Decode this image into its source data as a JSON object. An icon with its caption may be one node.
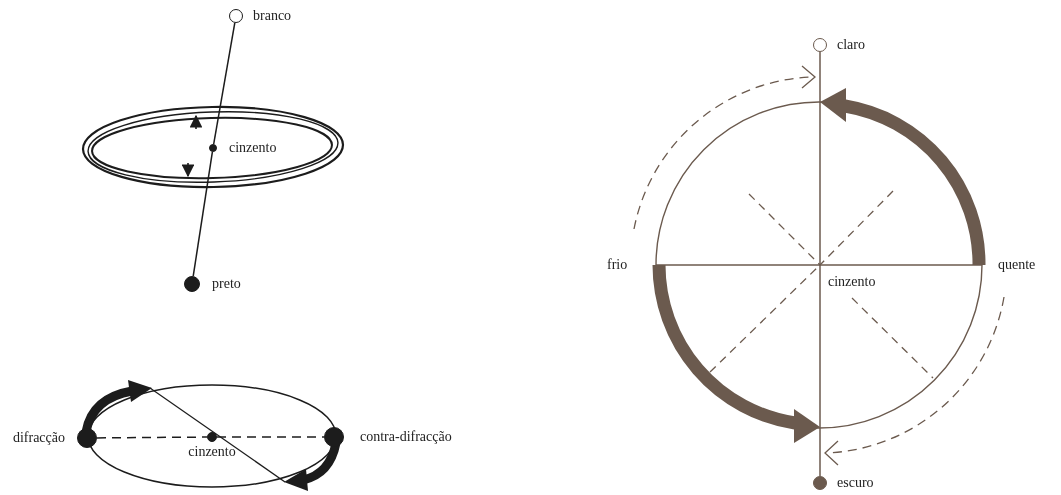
{
  "diagram": {
    "nodes": [
      {
        "text": [],
        "shape": "circle",
        "beside": [
          "branco"
        ]
      },
      {
        "text": [],
        "shape": "circle",
        "beside": [
          "cinzento"
        ]
      },
      {
        "text": [],
        "shape": "circle",
        "beside": [
          "preto"
        ]
      },
      {
        "text": [],
        "shape": "circle",
        "beside": [
          "difracção"
        ]
      },
      {
        "text": [],
        "shape": "circle",
        "beside": [
          "cinzento"
        ]
      },
      {
        "text": [],
        "shape": "circle",
        "beside": [
          "contra-difracção"
        ]
      },
      {
        "text": [],
        "shape": "circle",
        "beside": [
          "claro"
        ]
      },
      {
        "text": [],
        "shape": "circle",
        "beside": [
          "escuro"
        ]
      }
    ],
    "edges": [
      {
        "from": 0,
        "to": 1,
        "arrow": "none"
      },
      {
        "from": 1,
        "to": 2,
        "arrow": "none"
      },
      {
        "from": 3,
        "to": 4,
        "arrow": "none",
        "style": "dashed"
      },
      {
        "from": 4,
        "to": 5,
        "arrow": "none",
        "style": "dashed"
      },
      {
        "from": 6,
        "to": 7,
        "arrow": "none",
        "color": "#6b5a4e"
      }
    ],
    "labels": [
      "frio",
      "quente",
      "cinzento"
    ]
  }
}
